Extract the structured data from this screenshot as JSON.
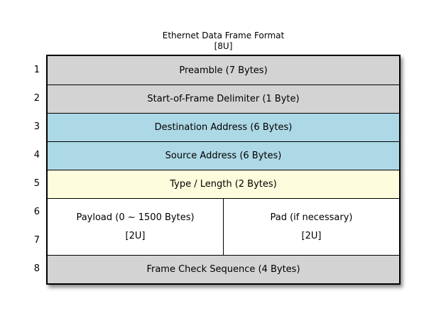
{
  "title": {
    "line1": "Ethernet Data Frame Format",
    "line2": "[8U]"
  },
  "colors": {
    "gray": "#d3d3d3",
    "blue": "#add8e6",
    "yellow": "#fdfcdc",
    "white": "#ffffff",
    "border": "#000000"
  },
  "unit_numbers": [
    "1",
    "2",
    "3",
    "4",
    "5",
    "6",
    "7",
    "8"
  ],
  "rows": [
    {
      "label": "Preamble (7 Bytes)",
      "color": "gray",
      "units": 1
    },
    {
      "label": "Start-of-Frame Delimiter (1 Byte)",
      "color": "gray",
      "units": 1
    },
    {
      "label": "Destination Address (6 Bytes)",
      "color": "blue",
      "units": 1
    },
    {
      "label": "Source Address (6 Bytes)",
      "color": "blue",
      "units": 1
    },
    {
      "label": "Type / Length (2 Bytes)",
      "color": "yellow",
      "units": 1
    },
    {
      "color": "white",
      "units": 2,
      "cells": [
        {
          "label": "Payload (0 ~ 1500 Bytes)",
          "sublabel": "[2U]"
        },
        {
          "label": "Pad (if necessary)",
          "sublabel": "[2U]"
        }
      ]
    },
    {
      "label": "Frame Check Sequence (4 Bytes)",
      "color": "gray",
      "units": 1
    }
  ]
}
